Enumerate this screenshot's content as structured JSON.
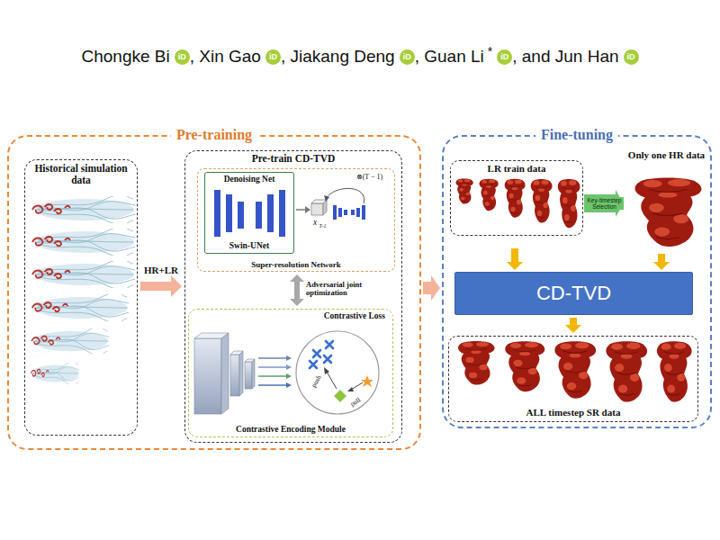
{
  "diagram": {
    "nodes": [
      {
        "text": [
          "Pre-training"
        ]
      },
      {
        "text": [
          "Historical simulation data"
        ],
        "in": 0
      },
      {
        "text": [
          "Pre-train CD-TVD"
        ],
        "in": 0
      },
      {
        "text": [
          "Super-resolution Network"
        ],
        "in": 2
      },
      {
        "text": [
          "Denoising Net",
          "Swin-UNet"
        ],
        "in": 3
      },
      {
        "text": [
          "Contrastive Loss",
          "Contrastive Encoding Module"
        ],
        "in": 2
      },
      {
        "text": [
          "Fine-tuning"
        ]
      },
      {
        "text": [
          "LR train data"
        ],
        "in": 6
      },
      {
        "text": [
          "Only one HR data"
        ],
        "in": 6
      },
      {
        "text": [
          "CD-TVD"
        ],
        "in": 6
      },
      {
        "text": [
          "ALL timestep SR data"
        ],
        "in": 6
      }
    ],
    "edges": [
      {
        "from": 1,
        "to": 2,
        "label": "HR+LR",
        "arrow": "to"
      },
      {
        "from": 3,
        "to": 5,
        "label": "Adversarial joint optimization",
        "arrow": "both"
      },
      {
        "from": 0,
        "to": 6,
        "arrow": "to"
      },
      {
        "from": 7,
        "to": 8,
        "label": "Key-timestep Selection",
        "arrow": "to"
      },
      {
        "from": 7,
        "to": 9,
        "arrow": "to"
      },
      {
        "from": 8,
        "to": 9,
        "arrow": "to"
      },
      {
        "from": 9,
        "to": 10,
        "arrow": "to"
      }
    ],
    "labels": [
      "Chongke Bi",
      "iD",
      ", Xin Gao",
      "iD",
      ", Jiakang Deng",
      "iD",
      ", Guan Li",
      "*",
      "iD",
      ", and Jun Han",
      "iD",
      "x",
      "T-1",
      "⊗(T − 1)",
      "push",
      "pull"
    ]
  }
}
